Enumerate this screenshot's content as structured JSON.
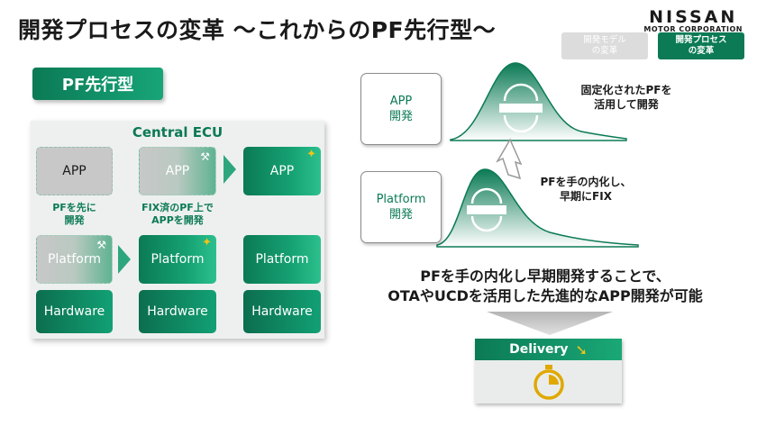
{
  "title": "開発プロセスの変革 〜これからのPF先行型〜",
  "logo": {
    "name": "NISSAN",
    "sub": "MOTOR CORPORATION"
  },
  "nav_tabs": [
    {
      "label": "開発モデル\nの変革",
      "active": false
    },
    {
      "label": "開発プロセス\nの変革",
      "active": true
    }
  ],
  "badge": "PF先行型",
  "ecu": {
    "title": "Central ECU",
    "col1": {
      "app": "APP",
      "platform": "Platform",
      "hardware": "Hardware",
      "note_l1": "PFを先に",
      "note_l2": "開発"
    },
    "col2": {
      "app": "APP",
      "platform": "Platform",
      "hardware": "Hardware",
      "note_l1": "FIX済のPF上で",
      "note_l2": "APPを開発"
    },
    "col3": {
      "app": "APP",
      "platform": "Platform",
      "hardware": "Hardware"
    }
  },
  "side_boxes": [
    {
      "l1": "APP",
      "l2": "開発"
    },
    {
      "l1": "Platform",
      "l2": "開発"
    }
  ],
  "annotations": {
    "top_l1": "固定化されたPFを",
    "top_l2": "活用して開発",
    "mid_l1": "PFを手の内化し、",
    "mid_l2": "早期にFIX"
  },
  "summary": {
    "l1": "PFを手の内化し早期開発することで、",
    "l2": "OTAやUCDを活用した先進的なAPP開発が可能"
  },
  "delivery": {
    "label": "Delivery"
  },
  "colors": {
    "brand_green": "#0b7a55",
    "accent_yellow": "#f0c419"
  },
  "icons": [
    "hammer-wrench-icon",
    "sparkle-icon",
    "arrow-right-icon",
    "stopwatch-icon",
    "nissan-emblem-icon"
  ]
}
